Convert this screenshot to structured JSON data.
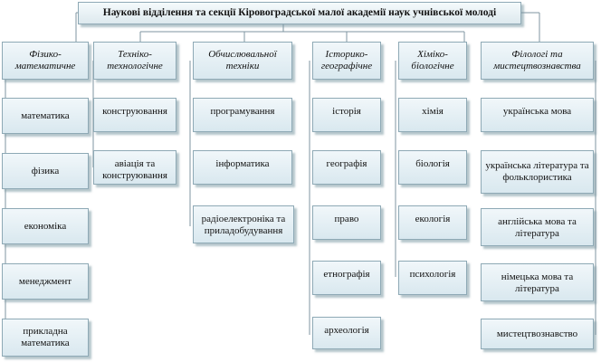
{
  "title": "Наукові відділення та секції Кіровоградської малої академії наук учнівської молоді",
  "departments": [
    {
      "name": "Фізико-математичне",
      "sections": [
        "математика",
        "фізика",
        "економіка",
        "менеджмент",
        "прикладна математика"
      ]
    },
    {
      "name": "Техніко-технологічне",
      "sections": [
        "конструювання",
        "авіація та конструювання"
      ]
    },
    {
      "name": "Обчислювальної техніки",
      "sections": [
        "програмування",
        "інформатика",
        "радіоелектроніка та приладобудування"
      ]
    },
    {
      "name": "Історико-географічне",
      "sections": [
        "історія",
        "географія",
        "право",
        "етнографія",
        "археологія"
      ]
    },
    {
      "name": "Хіміко-біологічне",
      "sections": [
        "хімія",
        "біологія",
        "екологія",
        "психологія"
      ]
    },
    {
      "name": "Філологі та мистецтвознавства",
      "sections": [
        "українська мова",
        "українська література та фольклористика",
        "англійська мова та література",
        "німецька мова та література",
        "мистецтвознавство"
      ]
    }
  ],
  "colors": {
    "box_fill_top": "#f1f7fa",
    "box_fill_bottom": "#d9e8ef",
    "box_border": "#8ea9b5",
    "connector": "#7f95a0"
  }
}
